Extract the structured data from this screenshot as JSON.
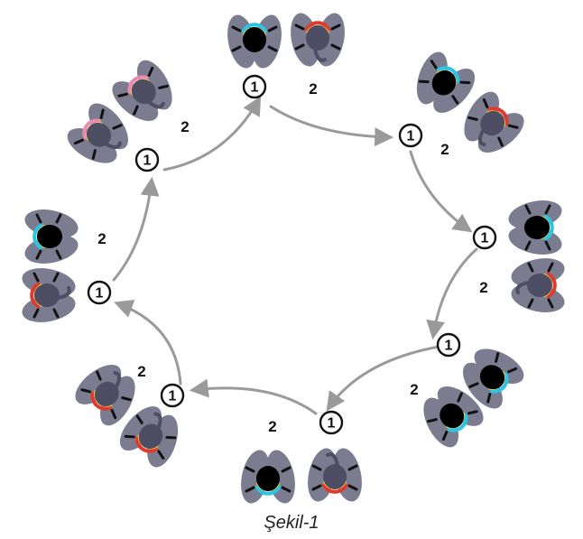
{
  "caption": "Şekil-1",
  "colors": {
    "arrow": "#9a9a9a",
    "wing": "#7c7c90",
    "body_dark": "#000000",
    "body_gray": "#4d4d63",
    "ring": "#111111"
  },
  "stations": [
    {
      "first_label": "1",
      "second_label": "2"
    },
    {
      "first_label": "1",
      "second_label": "2"
    },
    {
      "first_label": "1",
      "second_label": "2"
    },
    {
      "first_label": "1",
      "second_label": "2"
    },
    {
      "first_label": "1",
      "second_label": "2"
    },
    {
      "first_label": "1",
      "second_label": "2"
    },
    {
      "first_label": "1",
      "second_label": "2"
    },
    {
      "first_label": "1",
      "second_label": "2"
    }
  ]
}
